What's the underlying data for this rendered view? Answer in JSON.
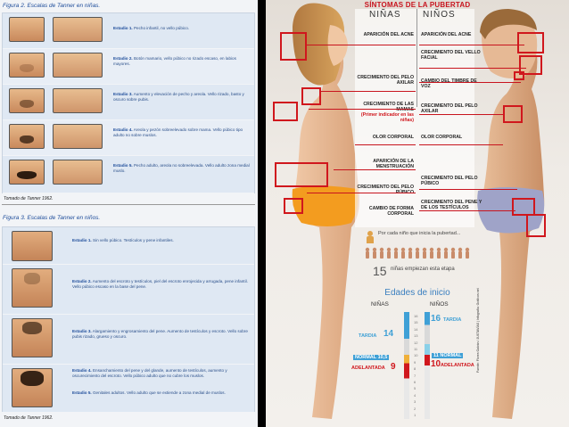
{
  "left": {
    "fig2_title": "Figura 2. Escalas de Tanner en niñas.",
    "fig2_stages": [
      {
        "label": "Estadio 1.",
        "text": "Pecho infantil, no vello púbico."
      },
      {
        "label": "Estadio 2.",
        "text": "Botón mamario, vello púbico no rizado escaso, en labios mayores."
      },
      {
        "label": "Estadio 3.",
        "text": "Aumento y elevación de pecho y areola. Vello rizado, basto y oscuro sobre pubis."
      },
      {
        "label": "Estadio 4.",
        "text": "Areola y pezón sobreelevado sobre mama. Vello púbico tipo adulto no sobre muslos."
      },
      {
        "label": "Estadio 5.",
        "text": "Pecho adulto, areola no sobreelevada. Vello adulto zona medial muslo."
      }
    ],
    "fig2_source": "Tomado de Tanner 1962.",
    "fig3_title": "Figura 3. Escalas de Tanner en niños.",
    "fig3_stages": [
      {
        "label": "Estadio 1.",
        "text": "Sin vello púbico. Testículos y pene infantiles."
      },
      {
        "label": "Estadio 2.",
        "text": "Aumento del escroto y testículos, piel del escroto enrojecida y arrugada, pene infantil. Vello púbico escaso en la base del pene."
      },
      {
        "label": "Estadio 3.",
        "text": "Alargamiento y engrosamiento del pene. Aumento de testículos y escroto. Vello sobre pubis rizado, grueso y oscuro."
      },
      {
        "label": "Estadio 4.",
        "text": "Ensanchamiento del pene y del glande, aumento de testículos, aumento y oscurecimiento del escroto. Vello púbico adulto que no cubre los muslos."
      },
      {
        "label": "Estadio 5.",
        "text": "Genitales adultos. Vello adulto que se extiende a zona medial de muslos."
      }
    ],
    "fig3_source": "Tomado de Tanner 1962."
  },
  "right": {
    "title": "SÍNTOMAS DE LA PUBERTAD",
    "girls_header": "NIÑAS",
    "boys_header": "NIÑOS",
    "girls_labels": [
      "APARICIÓN DEL ACNE",
      "CRECIMIENTO DEL PELO AXILAR",
      "CRECIMIENTO DE LAS MAMAS",
      "OLOR CORPORAL",
      "APARICIÓN DE LA MENSTRUACIÓN",
      "CRECIMIENTO DEL PELO PÚBICO",
      "CAMBIO DE FORMA CORPORAL"
    ],
    "mamas_note": "(Primer indicador en las niñas)",
    "boys_labels": [
      "APARICIÓN DEL ACNE",
      "CRECIMIENTO DEL VELLO FACIAL",
      "CAMBIO DEL TIMBRE DE VOZ",
      "CRECIMIENTO DEL PELO AXILAR",
      "OLOR CORPORAL",
      "CRECIMIENTO DEL PELO PÚBICO",
      "CRECIMIENTO DEL PENE Y DE LOS TESTÍCULOS"
    ],
    "stat_line": "Por cada niño que inicia la pubertad...",
    "stat_number": "15",
    "stat_text": "niñas empiezan esta etapa",
    "ages_title": "Edades de inicio",
    "ages_girls": "NIÑAS",
    "ages_boys": "NIÑOS",
    "girls_tardia_label": "TARDIA",
    "girls_tardia_age": "14",
    "girls_normal_label": "NORMAL 10,5",
    "girls_adelantada_label": "ADELANTADA",
    "girls_adelantada_age": "9",
    "boys_tardia_label": "TARDIA",
    "boys_tardia_age": "16",
    "boys_normal_label": "11 NORMAL",
    "boys_adelantada_label": "ADELANTADA",
    "boys_adelantada_age": "10",
    "scale_ticks": [
      "16",
      "15",
      "14",
      "13",
      "12",
      "11",
      "10",
      "9",
      "8",
      "7",
      "6",
      "5",
      "4",
      "3",
      "2",
      "1"
    ],
    "credit": "Fuente: Flores Galván / JUSTAVÍAS | Infografía: Gráficos.net"
  }
}
